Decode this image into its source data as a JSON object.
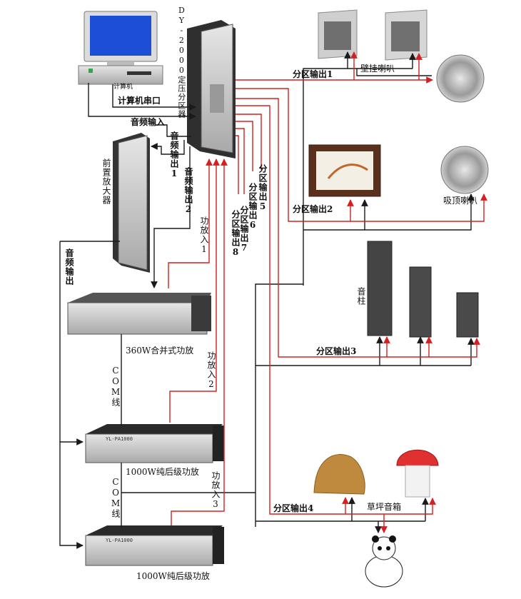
{
  "colors": {
    "line_black": "#1a1a1a",
    "line_red": "#d42020",
    "device_dark": "#3a3a3a",
    "device_silver": "#c8c8c8"
  },
  "labels": {
    "computer_tag": "计算机",
    "computer_serial": "计算机串口",
    "audio_input": "音频输入",
    "zone_controller": "DY-2000定压分区器",
    "preamp": "前置放大器",
    "audio_out_1": "音频输出1",
    "audio_out_2": "音频输出2",
    "audio_out": "音频输出",
    "amp_in_1": "功放入1",
    "amp_in_2": "功放入2",
    "amp_in_3": "功放入3",
    "zone_out_5": "分区输出5",
    "zone_out_6": "分区输出6",
    "zone_out_7": "分区输出7",
    "zone_out_8": "分区输出8",
    "zone_out_1": "分区输出1",
    "zone_out_2": "分区输出2",
    "zone_out_3": "分区输出3",
    "zone_out_4": "分区输出4",
    "wall_speaker": "壁挂喇叭",
    "ceiling_speaker": "吸顶喇叭",
    "column_speaker": "音柱",
    "lawn_speaker": "草坪音箱",
    "amp_360": "360W合并式功放",
    "amp_1000_a": "1000W纯后级功放",
    "amp_1000_b": "1000W纯后级功放",
    "com_line_1": "COM线",
    "com_line_2": "COM线",
    "amp_model_a": "YL-PA1000",
    "amp_model_b": "YL-PA1000"
  }
}
